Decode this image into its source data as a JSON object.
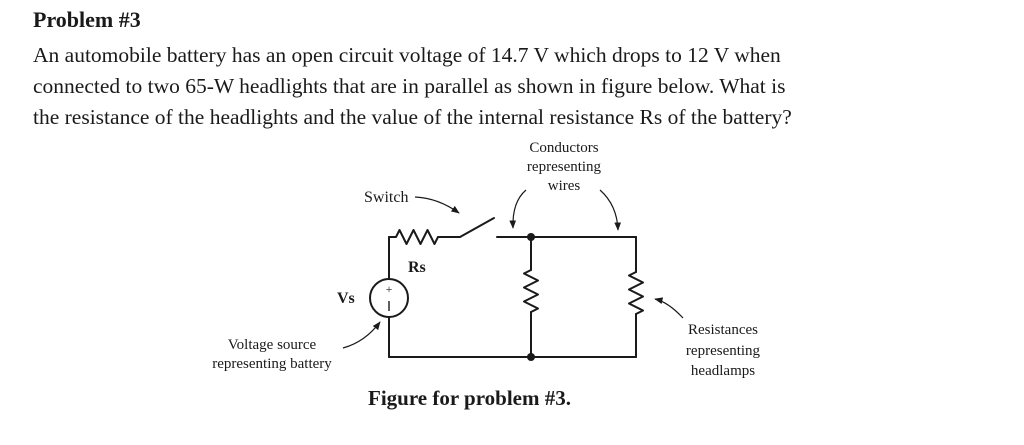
{
  "problem": {
    "title": "Problem #3",
    "lines": [
      "An automobile battery has an open circuit voltage of 14.7 V which drops to 12 V when",
      "connected to two 65-W headlights that are in parallel as shown in figure below.  What is",
      "the resistance of the headlights and the value of the internal resistance Rs of the battery?"
    ]
  },
  "figure": {
    "labels": {
      "switch": "Switch",
      "rs": "Rs",
      "vs": "Vs",
      "plus": "+",
      "conductors_1": "Conductors",
      "conductors_2": "representing",
      "conductors_3": "wires",
      "source_1": "Voltage source",
      "source_2": "representing battery",
      "resist_1": "Resistances",
      "resist_2": "representing",
      "resist_3": "headlamps"
    },
    "caption": "Figure for problem #3."
  }
}
